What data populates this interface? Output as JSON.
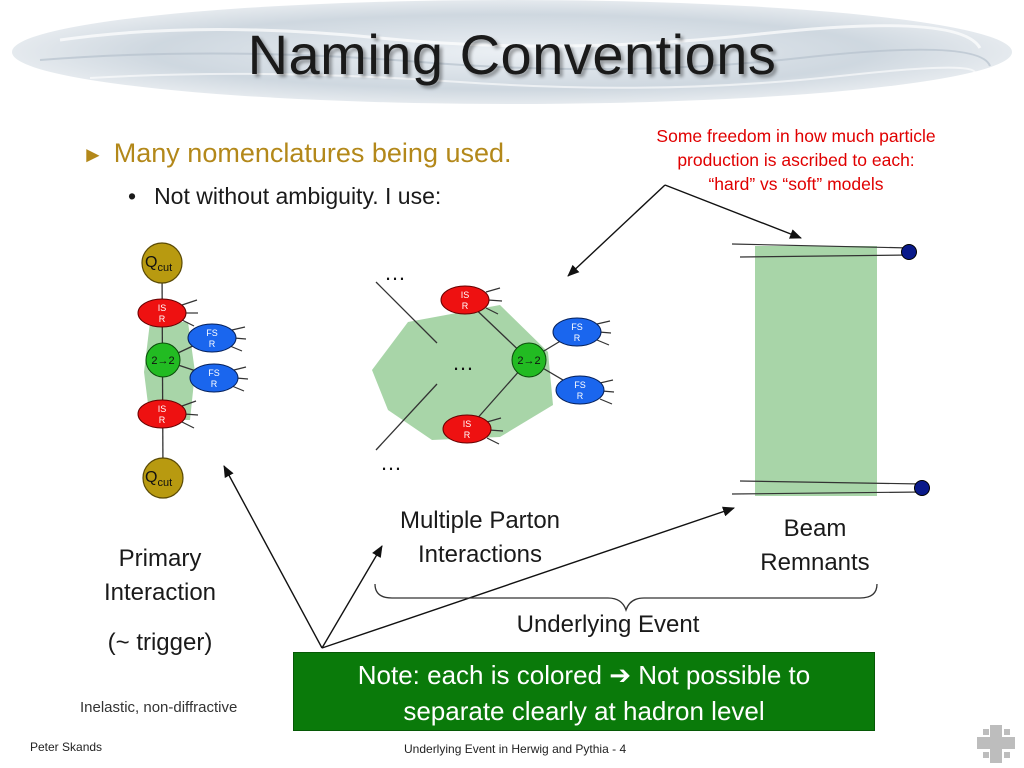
{
  "slide": {
    "title": "Naming Conventions",
    "bullet1": "Many nomenclatures being used.",
    "bullet2": "Not without ambiguity. I use:",
    "red_note": {
      "line1": "Some freedom in how much particle",
      "line2": "production is ascribed to each:",
      "line3": "“hard” vs “soft” models"
    },
    "diagram": {
      "qcut_main": "Q",
      "qcut_sub": "cut",
      "isr_line1": "IS",
      "isr_line2": "R",
      "fsr_line1": "FS",
      "fsr_line2": "R",
      "hard_label": "2→2",
      "ellipsis": "…"
    },
    "labels": {
      "mpi_line1": "Multiple Parton",
      "mpi_line2": "Interactions",
      "beam_line1": "Beam",
      "beam_line2": "Remnants",
      "primary_line1": "Primary",
      "primary_line2": "Interaction",
      "trigger": "(~ trigger)",
      "underlying_event": "Underlying Event",
      "inelastic": "Inelastic, non-diffractive"
    },
    "green_note": {
      "line1": "Note: each is colored ➔ Not possible to",
      "line2": "separate clearly at hadron level"
    },
    "footer": {
      "author": "Peter Skands",
      "center": "Underlying Event in Herwig and Pythia - 4"
    },
    "colors": {
      "accent_gold": "#b3881a",
      "red_note": "#e00000",
      "isr_red": "#ee1111",
      "fsr_blue": "#1a66ee",
      "hard_green": "#22bb22",
      "qcut_olive": "#b89a10",
      "blob_green": "#a8d5a8",
      "note_box": "#0a7a0a",
      "beam_dot": "#0a1a8a"
    }
  }
}
